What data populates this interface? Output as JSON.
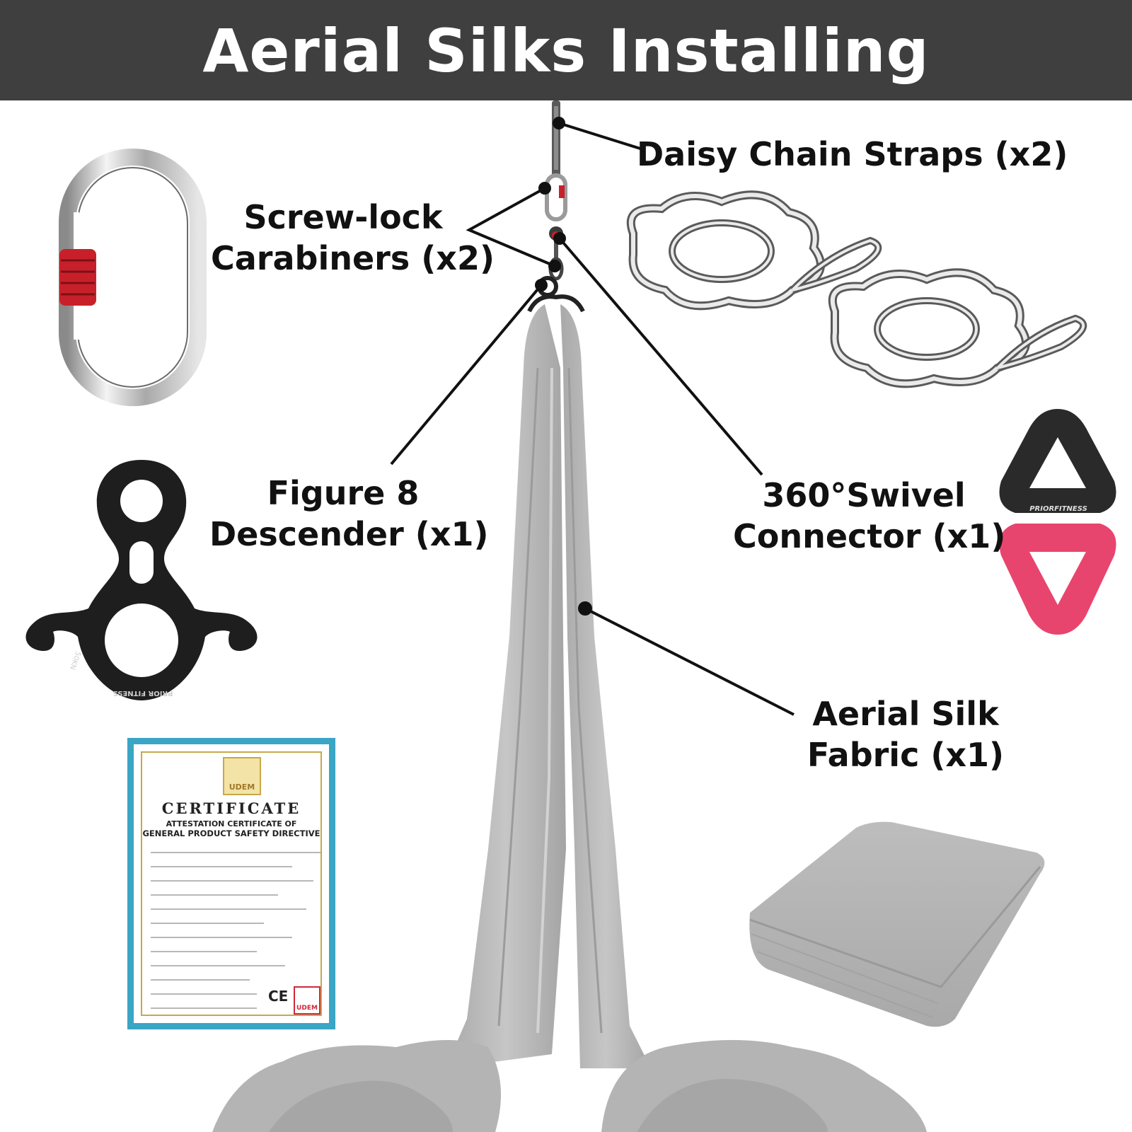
{
  "header": {
    "title": "Aerial Silks Installing"
  },
  "labels": {
    "daisy_chain": "Daisy Chain Straps (x2)",
    "carabiner_line1": "Screw-lock",
    "carabiner_line2": "Carabiners (x2)",
    "figure8_line1": "Figure 8",
    "figure8_line2": "Descender (x1)",
    "swivel_line1": "360°Swivel",
    "swivel_line2": "Connector (x1)",
    "silk_line1": "Aerial Silk",
    "silk_line2": "Fabric (x1)"
  },
  "product_marks": {
    "descender_rating": "50KN",
    "descender_brand": "PRIOR FITNESS",
    "swivel_brand": "PRIORFITNESS"
  },
  "certificate": {
    "logo_text": "UDEM",
    "title": "CERTIFICATE",
    "subtitle_line1": "ATTESTATION CERTIFICATE OF",
    "subtitle_line2": "GENERAL PRODUCT SAFETY DIRECTIVE",
    "ce_mark": "CE",
    "stamp_text": "UDEM"
  },
  "colors": {
    "banner": "#3f3f3f",
    "banner_text": "#ffffff",
    "silk_fabric": "#b9b9b9",
    "carabiner_lock": "#c8202a",
    "swivel_top": "#2a2a2a",
    "swivel_bottom": "#e8456e",
    "certificate_border": "#3aa5c4",
    "certificate_gold": "#c8a84a"
  }
}
